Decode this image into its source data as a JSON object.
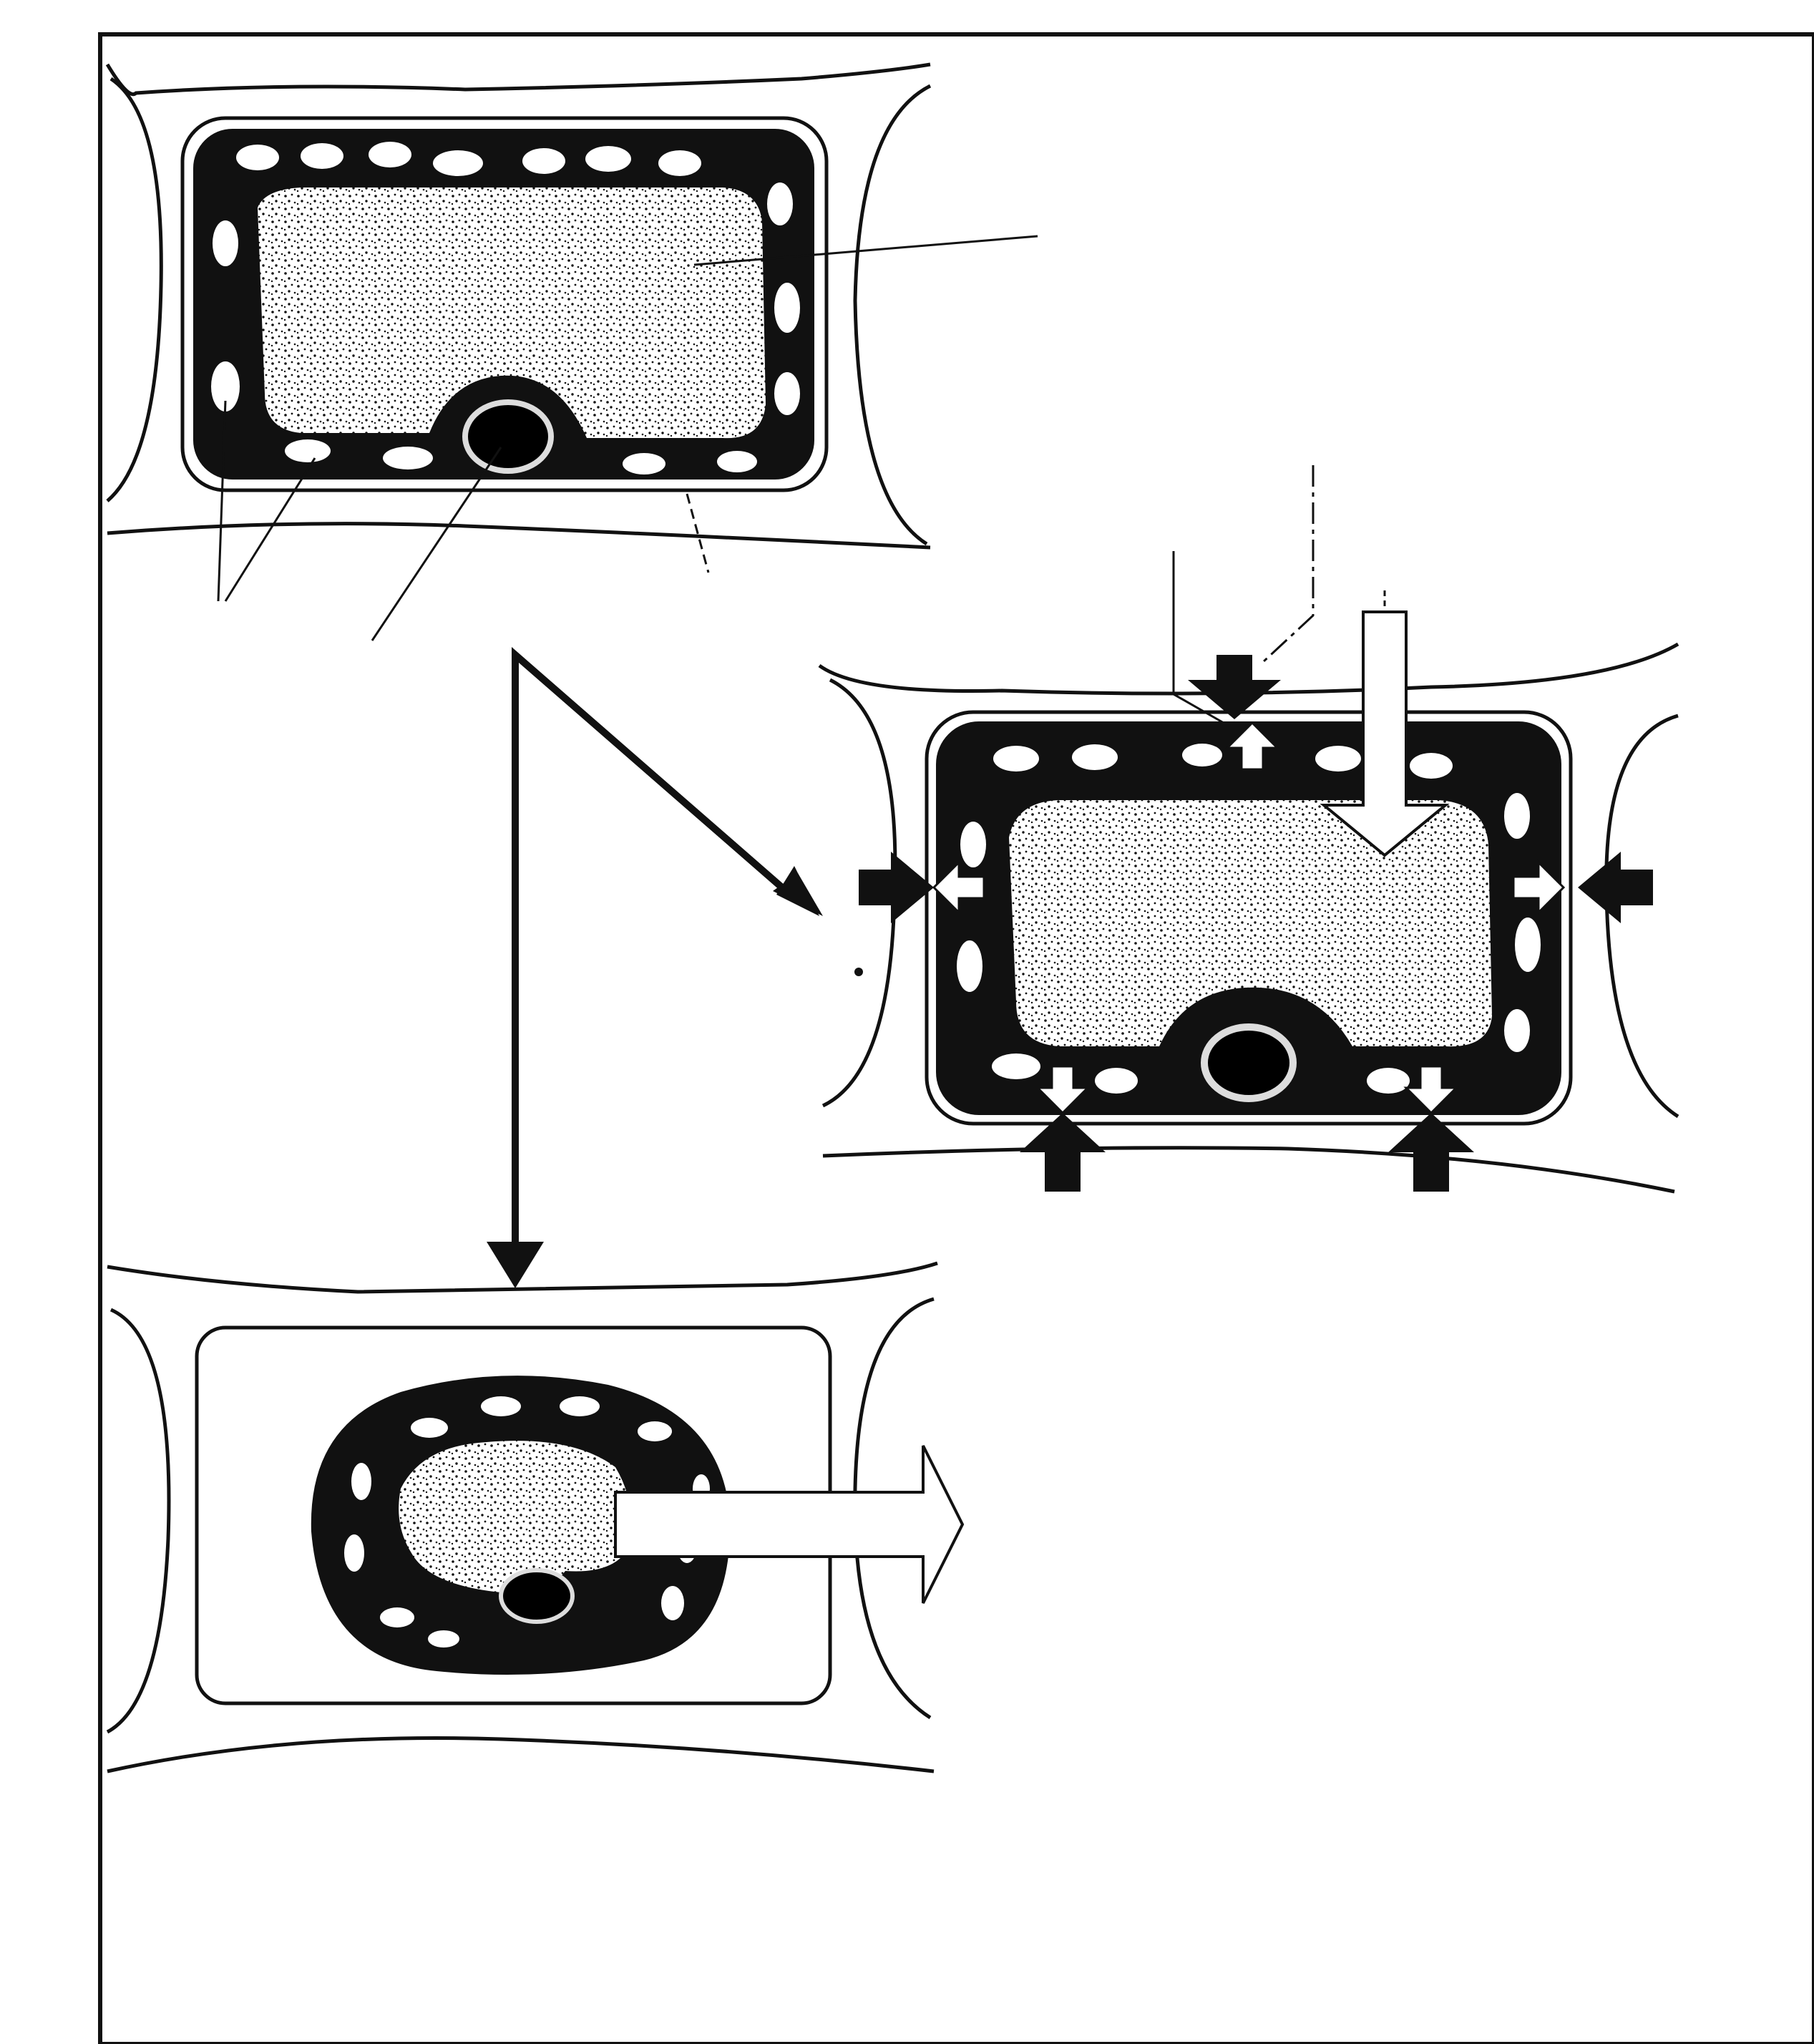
{
  "figure": {
    "panels": [
      {
        "id": "normal-cell",
        "state": "reference"
      },
      {
        "id": "turgid-cell",
        "state": "water entering"
      },
      {
        "id": "plasmolysed-cell",
        "state": "water leaving"
      }
    ],
    "labels": [],
    "colors": {
      "ink": "#111111",
      "paper": "#ffffff",
      "stipple": "#d8d8d8"
    },
    "icons": [
      "arrow-icon",
      "pressure-arrow-icon",
      "hollow-arrow-icon"
    ]
  }
}
